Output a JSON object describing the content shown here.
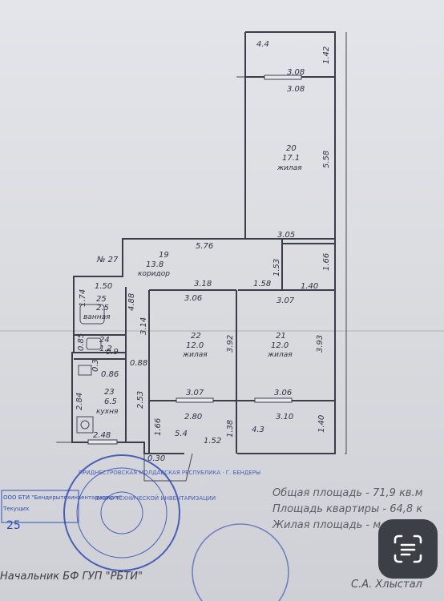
{
  "rooms": [
    {
      "id": "20",
      "area": "17.1",
      "name": "жилая"
    },
    {
      "id": "19",
      "area": "13.8",
      "name": "коридор"
    },
    {
      "id": "22",
      "area": "12.0",
      "name": "жилая"
    },
    {
      "id": "21",
      "area": "12.0",
      "name": "жилая"
    },
    {
      "id": "23",
      "area": "6.5",
      "name": "кухня"
    },
    {
      "id": "25",
      "area": "2.5",
      "name": "ванная"
    },
    {
      "id": "24",
      "area": "1.2"
    }
  ],
  "small_areas": {
    "balcony_top": "4.4",
    "loggia_left": "5.4",
    "loggia_right": "4.3"
  },
  "apartment_no": "№ 27",
  "dimensions": {
    "d308a": "3.08",
    "d308b": "3.08",
    "d142": "1.42",
    "d558": "5.58",
    "d305": "3.05",
    "d576": "5.76",
    "d153": "1.53",
    "d166": "1.66",
    "d140a": "1.40",
    "d318": "3.18",
    "d158": "1.58",
    "d306a": "3.06",
    "d307a": "3.07",
    "d150": "1.50",
    "d174": "1.74",
    "d488": "4.88",
    "d314": "3.14",
    "d392a": "3.92",
    "d393": "3.93",
    "d085": "0.85",
    "d09": "0.9",
    "d088": "0.88",
    "d03": "0.3",
    "d086": "0.86",
    "d307b": "3.07",
    "d306b": "3.06",
    "d284": "2.84",
    "d253": "2.53",
    "d280": "2.80",
    "d310": "3.10",
    "d166b": "1.66",
    "d138": "1.38",
    "d140b": "1.40",
    "d248": "2.48",
    "d152": "1.52",
    "d030": "0.30"
  },
  "summary": {
    "total": "Общая площадь - 71,9 кв.м",
    "apartment": "Площадь квартиры - 64,8 к",
    "living": "Жилая площадь -        м."
  },
  "footer": {
    "chief": "Начальник БФ ГУП \"РБТИ\"",
    "signer": "С.А. Хлыстал"
  },
  "stamp": {
    "line1": "ООО БТИ \"Бендерытехинвентаризация\"",
    "line2": "Текущих",
    "date": "25",
    "ring_text": "ПРИДНЕСТРОВСКАЯ МОЛДАВСКАЯ РЕСПУБЛИКА · Г. БЕНДЕРЫ",
    "center": "БЮРО ТЕХНИЧЕСКОЙ ИНВЕНТАРИЗАЦИИ"
  },
  "colors": {
    "stamp": "#2f4bb0",
    "ink": "#3a3d4a"
  },
  "icons": {
    "scan": "scan-text-icon"
  }
}
